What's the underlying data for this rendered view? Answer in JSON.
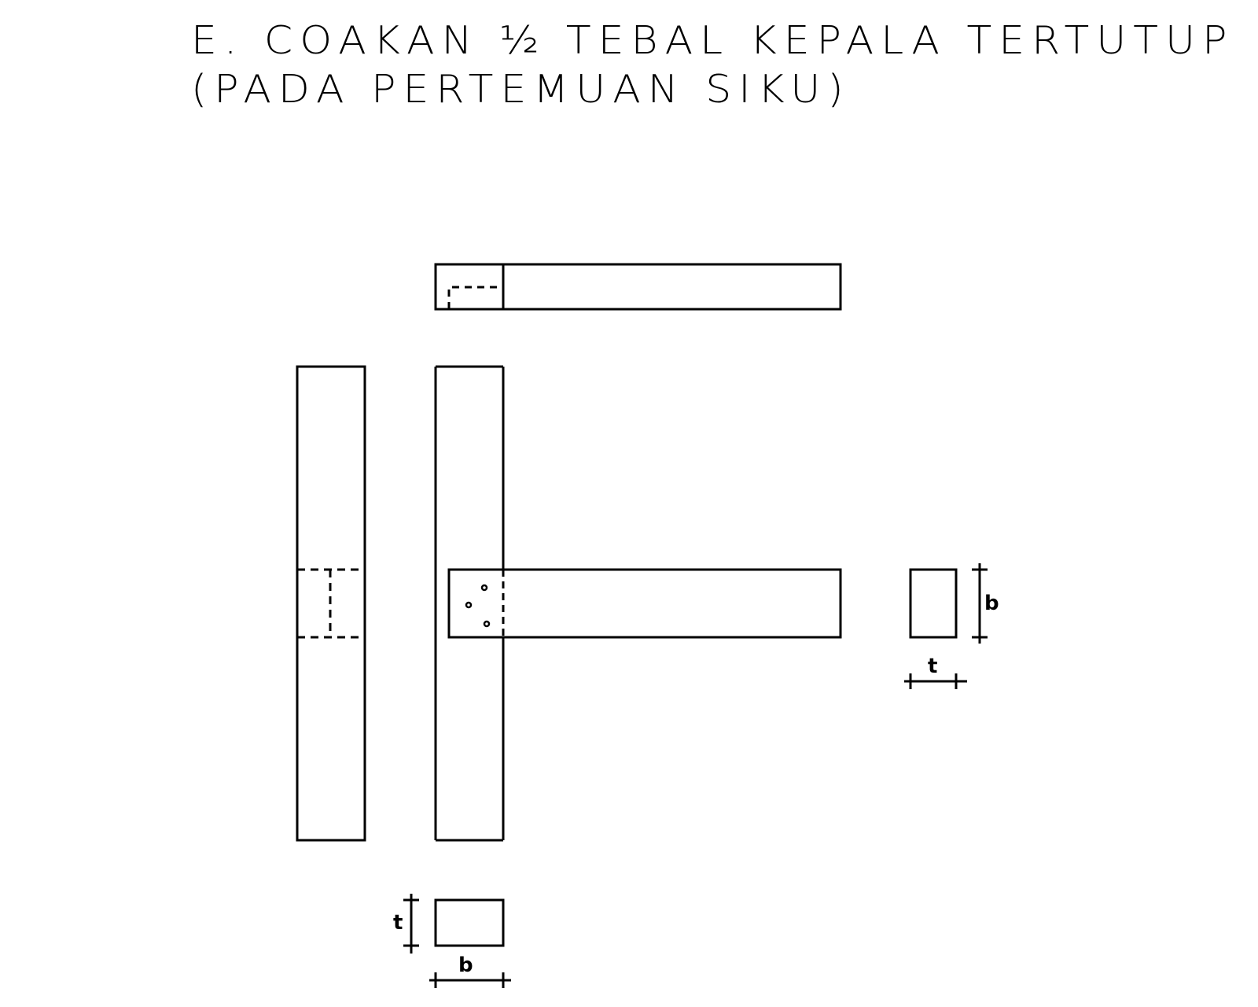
{
  "title": {
    "line1": "E. COAKAN ½ TEBAL KEPALA TERTUTUP",
    "line2": "(PADA PERTEMUAN SIKU)"
  },
  "dimensions": {
    "right_section_height": "b",
    "right_section_width": "t",
    "bottom_section_height": "t",
    "bottom_section_width": "b"
  },
  "colors": {
    "line": "#000000",
    "background": "#ffffff"
  }
}
